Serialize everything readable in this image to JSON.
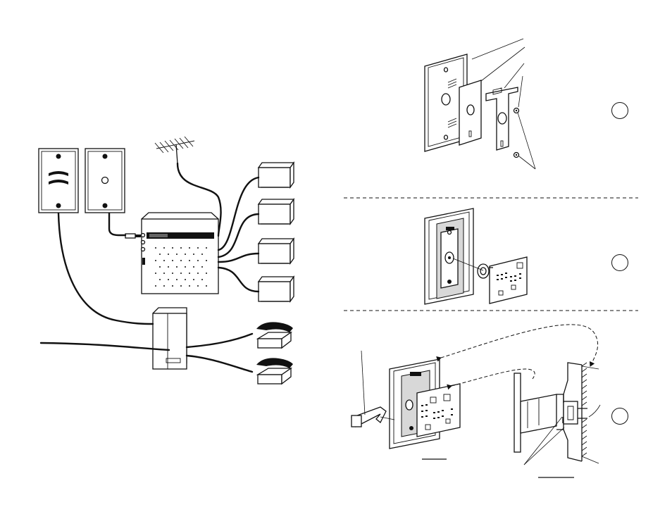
{
  "diagram": {
    "left_panel": {
      "components": [
        "wall-speaker-plate",
        "wall-jack-plate",
        "tv-antenna",
        "distribution-modulator",
        "monitor-1",
        "monitor-2",
        "monitor-3",
        "monitor-4",
        "telephone-interface",
        "telephone-1",
        "telephone-2"
      ]
    },
    "right_panel": {
      "steps": [
        "step-1",
        "step-2",
        "step-3"
      ]
    },
    "colors": {
      "line": "#111111",
      "background": "#ffffff"
    }
  }
}
